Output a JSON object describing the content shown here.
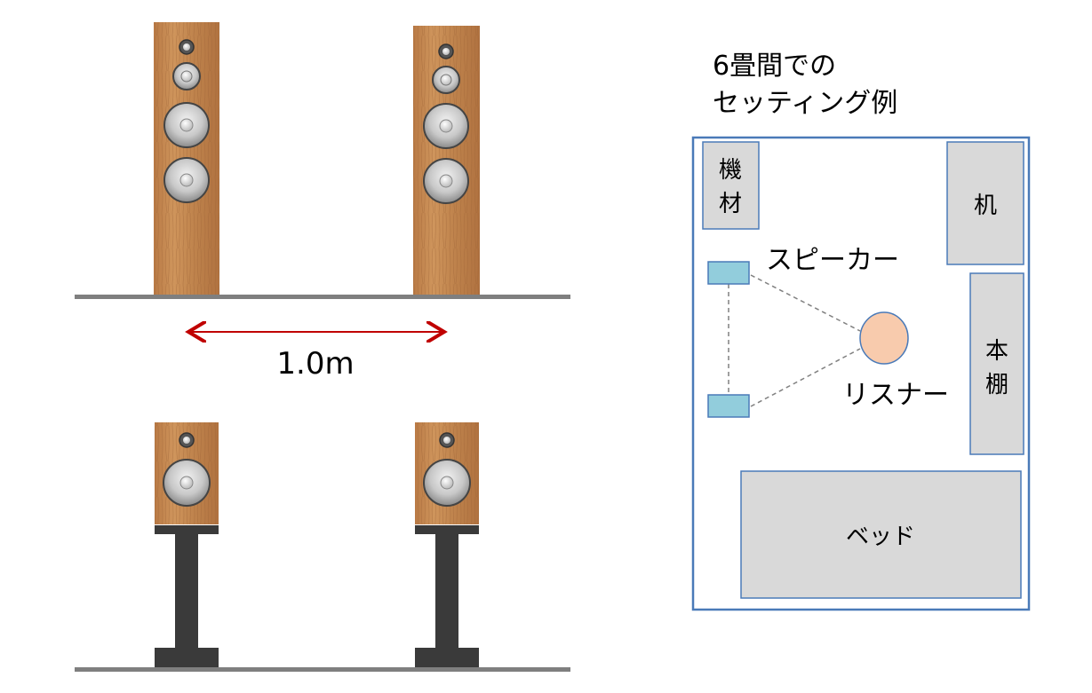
{
  "speakers": {
    "distance_label": "1.0m"
  },
  "room": {
    "title_line1": "6畳間での",
    "title_line2": "セッティング例",
    "labels": {
      "equipment_line1": "機",
      "equipment_line2": "材",
      "desk": "机",
      "bookshelf_line1": "本",
      "bookshelf_line2": "棚",
      "speaker": "スピーカー",
      "listener": "リスナー",
      "bed": "ベッド"
    }
  },
  "colors": {
    "wood": "#c48a52",
    "floor": "#7f7f7f",
    "stand": "#3a3a3a",
    "arrow": "#c00000",
    "room_border": "#4a7ab8",
    "furniture_fill": "#d9d9d9",
    "speaker_box": "#92cddc",
    "listener_fill": "#f8cbad"
  }
}
